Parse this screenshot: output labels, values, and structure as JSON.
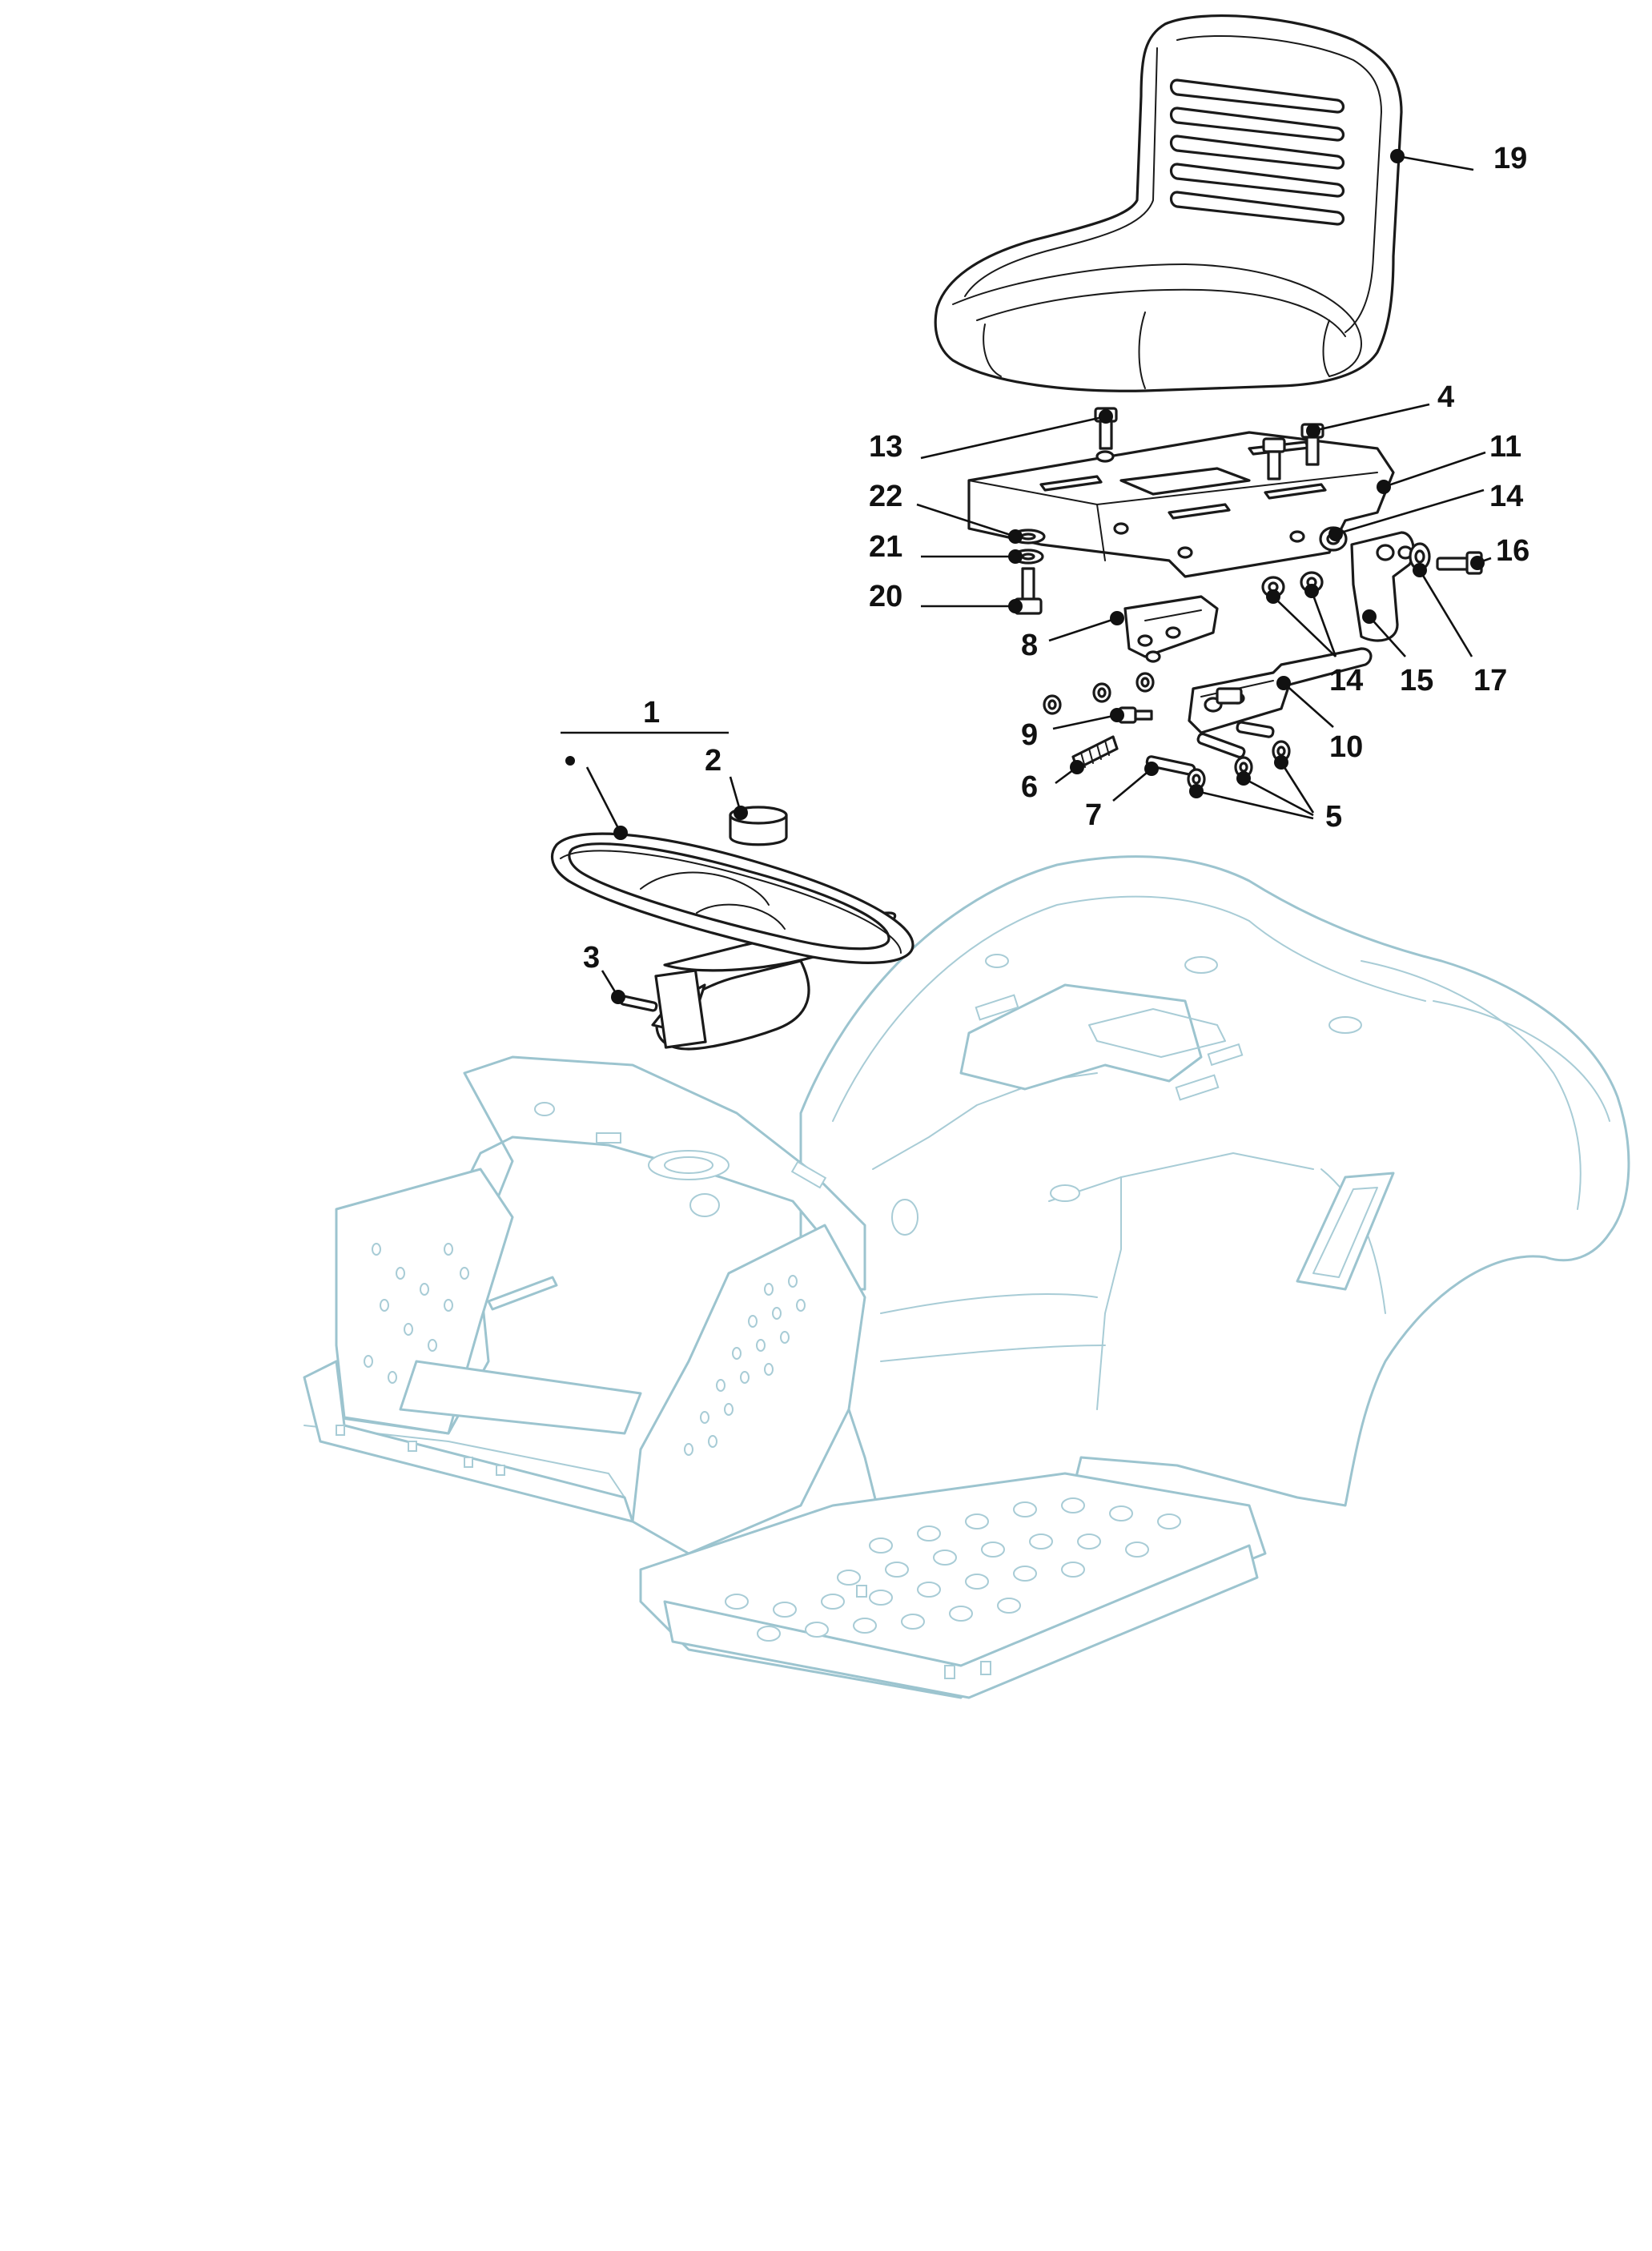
{
  "callouts": [
    {
      "id": "c19",
      "label": "19"
    },
    {
      "id": "c4",
      "label": "4"
    },
    {
      "id": "c13",
      "label": "13"
    },
    {
      "id": "c11",
      "label": "11"
    },
    {
      "id": "c22",
      "label": "22"
    },
    {
      "id": "c14a",
      "label": "14"
    },
    {
      "id": "c21",
      "label": "21"
    },
    {
      "id": "c16",
      "label": "16"
    },
    {
      "id": "c20",
      "label": "20"
    },
    {
      "id": "c8",
      "label": "8"
    },
    {
      "id": "c14b",
      "label": "14"
    },
    {
      "id": "c15",
      "label": "15"
    },
    {
      "id": "c17",
      "label": "17"
    },
    {
      "id": "c1",
      "label": "1"
    },
    {
      "id": "c9",
      "label": "9"
    },
    {
      "id": "c10",
      "label": "10"
    },
    {
      "id": "c2",
      "label": "2"
    },
    {
      "id": "c6",
      "label": "6"
    },
    {
      "id": "c7",
      "label": "7"
    },
    {
      "id": "c5",
      "label": "5"
    },
    {
      "id": "c3",
      "label": "3"
    }
  ]
}
